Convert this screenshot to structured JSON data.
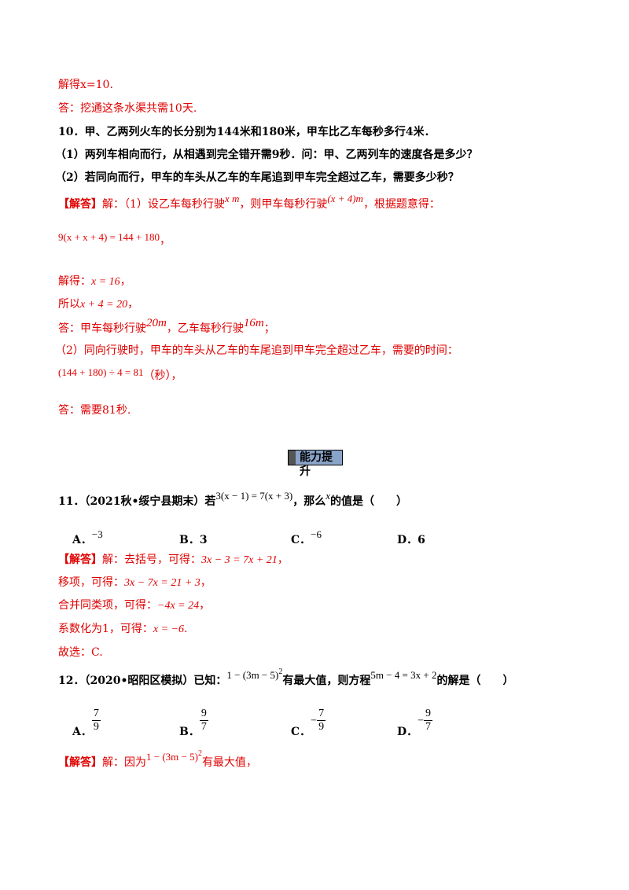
{
  "top": {
    "solve_line": "解得x=10.",
    "answer_line": "答：挖通这条水渠共需10天."
  },
  "q10": {
    "stem": "10．甲、乙两列火车的长分别为144米和180米，甲车比乙车每秒多行4米．",
    "part1": "（1）两列车相向而行，从相遇到完全错开需9秒．问：甲、乙两列车的速度各是多少？",
    "part2": "（2）若同向而行，甲车的车头从乙车的车尾追到甲车完全超过乙车，需要多少秒？",
    "sol_tag": "【解答】",
    "sol_intro_a": "解：（1）设乙车每秒行驶",
    "sol_intro_var": "x m",
    "sol_intro_b": "，则甲车每秒行驶",
    "sol_intro_expr": "(x + 4)m",
    "sol_intro_c": "，根据题意得：",
    "eq1": "9(x + x + 4) = 144 + 180",
    "eq1_tail": "，",
    "solve_label": "解得：",
    "solve_value": "x = 16",
    "solve_tail": "，",
    "so_label": "所以",
    "so_value": "x + 4 = 20",
    "so_tail": "，",
    "ans1_a": "答：甲车每秒行驶",
    "ans1_v1": "20m",
    "ans1_b": "，乙车每秒行驶",
    "ans1_v2": "16m",
    "ans1_c": "；",
    "part2_sol": "（2）同向行驶时，甲车的车头从乙车的车尾追到甲车完全超过乙车，需要的时间：",
    "eq2": "(144 + 180) ÷ 4 = 81",
    "eq2_tail": "（秒），",
    "ans2": "答：需要81秒."
  },
  "section_badge": "能力提升",
  "q11": {
    "stem_a": "11．（2021秋•绥宁县期末）若",
    "stem_eq": "3(x − 1) = 7(x + 3)",
    "stem_b": "，那么",
    "stem_var": "x",
    "stem_c": "的值是（　　）",
    "options": [
      {
        "label": "A．",
        "value": "−3"
      },
      {
        "label": "B．",
        "value": "3"
      },
      {
        "label": "C．",
        "value": "−6"
      },
      {
        "label": "D．",
        "value": "6"
      }
    ],
    "sol_tag": "【解答】",
    "step1_a": "解：去括号，可得：",
    "step1_eq": "3x − 3 = 7x + 21",
    "step1_tail": "，",
    "step2_a": "移项，可得：",
    "step2_eq": "3x − 7x = 21 + 3",
    "step2_tail": "，",
    "step3_a": "合并同类项，可得：",
    "step3_eq": "−4x = 24",
    "step3_tail": "，",
    "step4_a": "系数化为1，可得：",
    "step4_eq": "x = −6",
    "step4_tail": ".",
    "choice": "故选：C."
  },
  "q12": {
    "stem_a": "12．（2020•昭阳区模拟）已知：",
    "stem_expr": "1 − (3m − 5)",
    "stem_exp": "2",
    "stem_b": "有最大值，则方程",
    "stem_eq": "5m − 4 = 3x + 2",
    "stem_c": "的解是（　　）",
    "options": [
      {
        "label": "A．",
        "sign": "",
        "num": "7",
        "den": "9"
      },
      {
        "label": "B．",
        "sign": "",
        "num": "9",
        "den": "7"
      },
      {
        "label": "C．",
        "sign": "−",
        "num": "7",
        "den": "9"
      },
      {
        "label": "D．",
        "sign": "−",
        "num": "9",
        "den": "7"
      }
    ],
    "sol_tag": "【解答】",
    "sol_a": "解：因为",
    "sol_expr": "1 − (3m − 5)",
    "sol_exp": "2",
    "sol_b": "有最大值，"
  }
}
